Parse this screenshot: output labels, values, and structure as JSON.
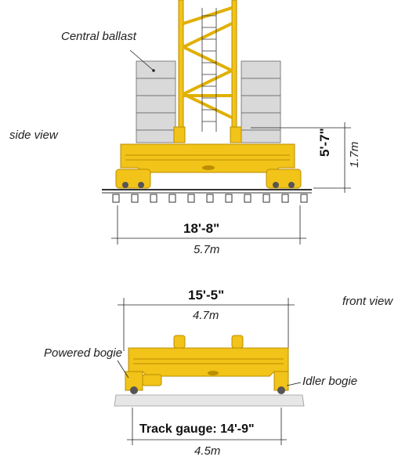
{
  "labels": {
    "central_ballast": "Central ballast",
    "side_view": "side view",
    "front_view": "front view",
    "powered_bogie": "Powered bogie",
    "idler_bogie": "Idler bogie"
  },
  "side_dims": {
    "height_imperial": "5'-7\"",
    "height_metric": "1.7m",
    "width_imperial": "18'-8\"",
    "width_metric": "5.7m"
  },
  "front_dims": {
    "width_imperial": "15'-5\"",
    "width_metric": "4.7m",
    "gauge_imperial": "Track gauge: 14'-9\"",
    "gauge_metric": "4.5m"
  },
  "colors": {
    "steel": "#F2C318",
    "steel_dark": "#B98E00",
    "ballast": "#D9D9D9",
    "line": "#222222"
  }
}
